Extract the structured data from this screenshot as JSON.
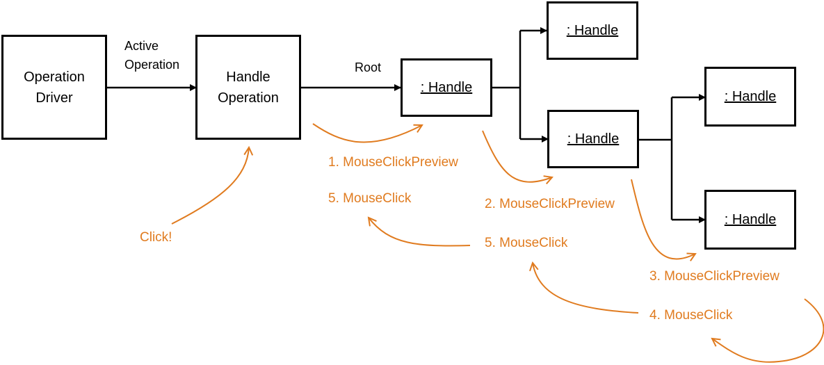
{
  "colors": {
    "line": "#000000",
    "event": "#e07b1f"
  },
  "nodes": {
    "driver": "Operation\nDriver",
    "handle_operation": "Handle\nOperation",
    "root_handle": ": Handle",
    "handle_top": ": Handle",
    "handle_mid": ": Handle",
    "handle_right_top": ": Handle",
    "handle_right_bottom": ": Handle"
  },
  "edges": {
    "active_operation": "Active\nOperation",
    "root": "Root"
  },
  "events": {
    "click": "Click!",
    "preview_1": "1. MouseClickPreview",
    "preview_2": "2. MouseClickPreview",
    "preview_3": "3. MouseClickPreview",
    "click_4": "4. MouseClick",
    "click_5a": "5. MouseClick",
    "click_5b": "5. MouseClick"
  }
}
